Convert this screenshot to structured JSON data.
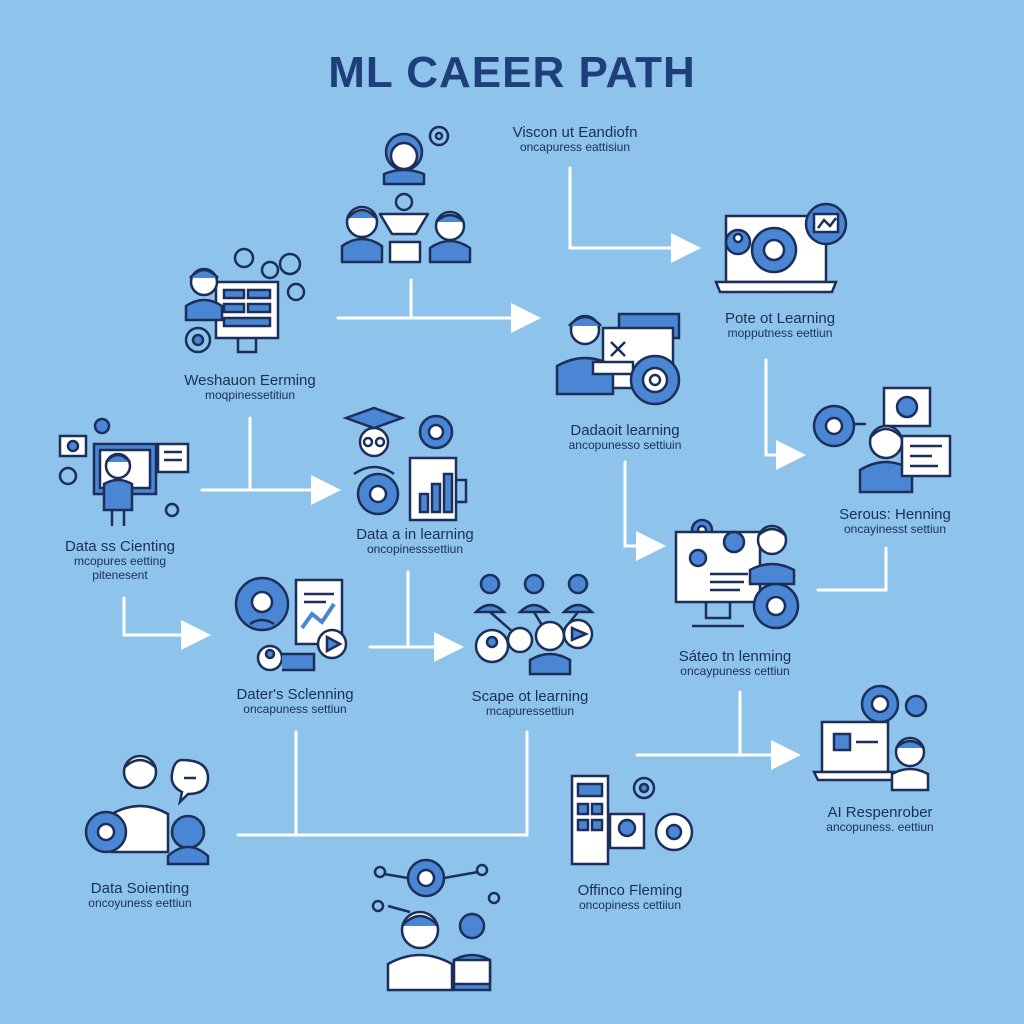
{
  "title": "ML CAEER PATH",
  "colors": {
    "background": "#8ec3ec",
    "line": "#ffffff",
    "icon_stroke": "#1c2f5a",
    "icon_fill": "#4a86d4",
    "icon_light": "#ffffff",
    "title": "#1f3f7a"
  },
  "nodes": [
    {
      "id": "vision",
      "title": "Viscon ut Eandiofn",
      "subtitle": "oncapuress eattisiun",
      "icon": "team-meeting-icon"
    },
    {
      "id": "webluon",
      "title": "Weshauon Eerming",
      "subtitle": "moqpinessetitiun",
      "icon": "dashboard-worker-icon"
    },
    {
      "id": "poteot",
      "title": "Pote ot Learning",
      "subtitle": "mopputness eettiun",
      "icon": "laptop-gear-icon"
    },
    {
      "id": "dadaoit",
      "title": "Dadaoit learning",
      "subtitle": "ancopunesso settiuin",
      "icon": "analyst-desk-icon"
    },
    {
      "id": "datass",
      "title": "Data ss Cienting",
      "subtitle": "mcopures eetting",
      "subtitle2": "pitenesent",
      "icon": "presenter-icon"
    },
    {
      "id": "datain",
      "title": "Data a in learning",
      "subtitle": "oncopinesssettiun",
      "icon": "graduate-chart-icon"
    },
    {
      "id": "serous",
      "title": "Serous: Henning",
      "subtitle": "oncayinesst settiun",
      "icon": "support-agent-icon"
    },
    {
      "id": "saleo",
      "title": "Sáteo tn lenming",
      "subtitle": "oncaypuness cettiun",
      "icon": "monitor-team-icon"
    },
    {
      "id": "daters",
      "title": "Dater's Sclenning",
      "subtitle": "oncapuness settiun",
      "icon": "report-play-icon"
    },
    {
      "id": "scape",
      "title": "Scape ot learning",
      "subtitle": "mcapuressettiun",
      "icon": "network-people-icon"
    },
    {
      "id": "airesp",
      "title": "AI Respenrober",
      "subtitle": "ancopuness. eettiun",
      "icon": "researcher-laptop-icon"
    },
    {
      "id": "datasoi",
      "title": "Data Soienting",
      "subtitle": "oncoyuness eettiun",
      "icon": "scientist-chat-icon"
    },
    {
      "id": "offinco",
      "title": "Offinco Fleming",
      "subtitle": "oncopiness cettiiun",
      "icon": "phone-gear-icon"
    },
    {
      "id": "bottom",
      "title": "",
      "subtitle": "",
      "icon": "developers-network-icon"
    }
  ]
}
